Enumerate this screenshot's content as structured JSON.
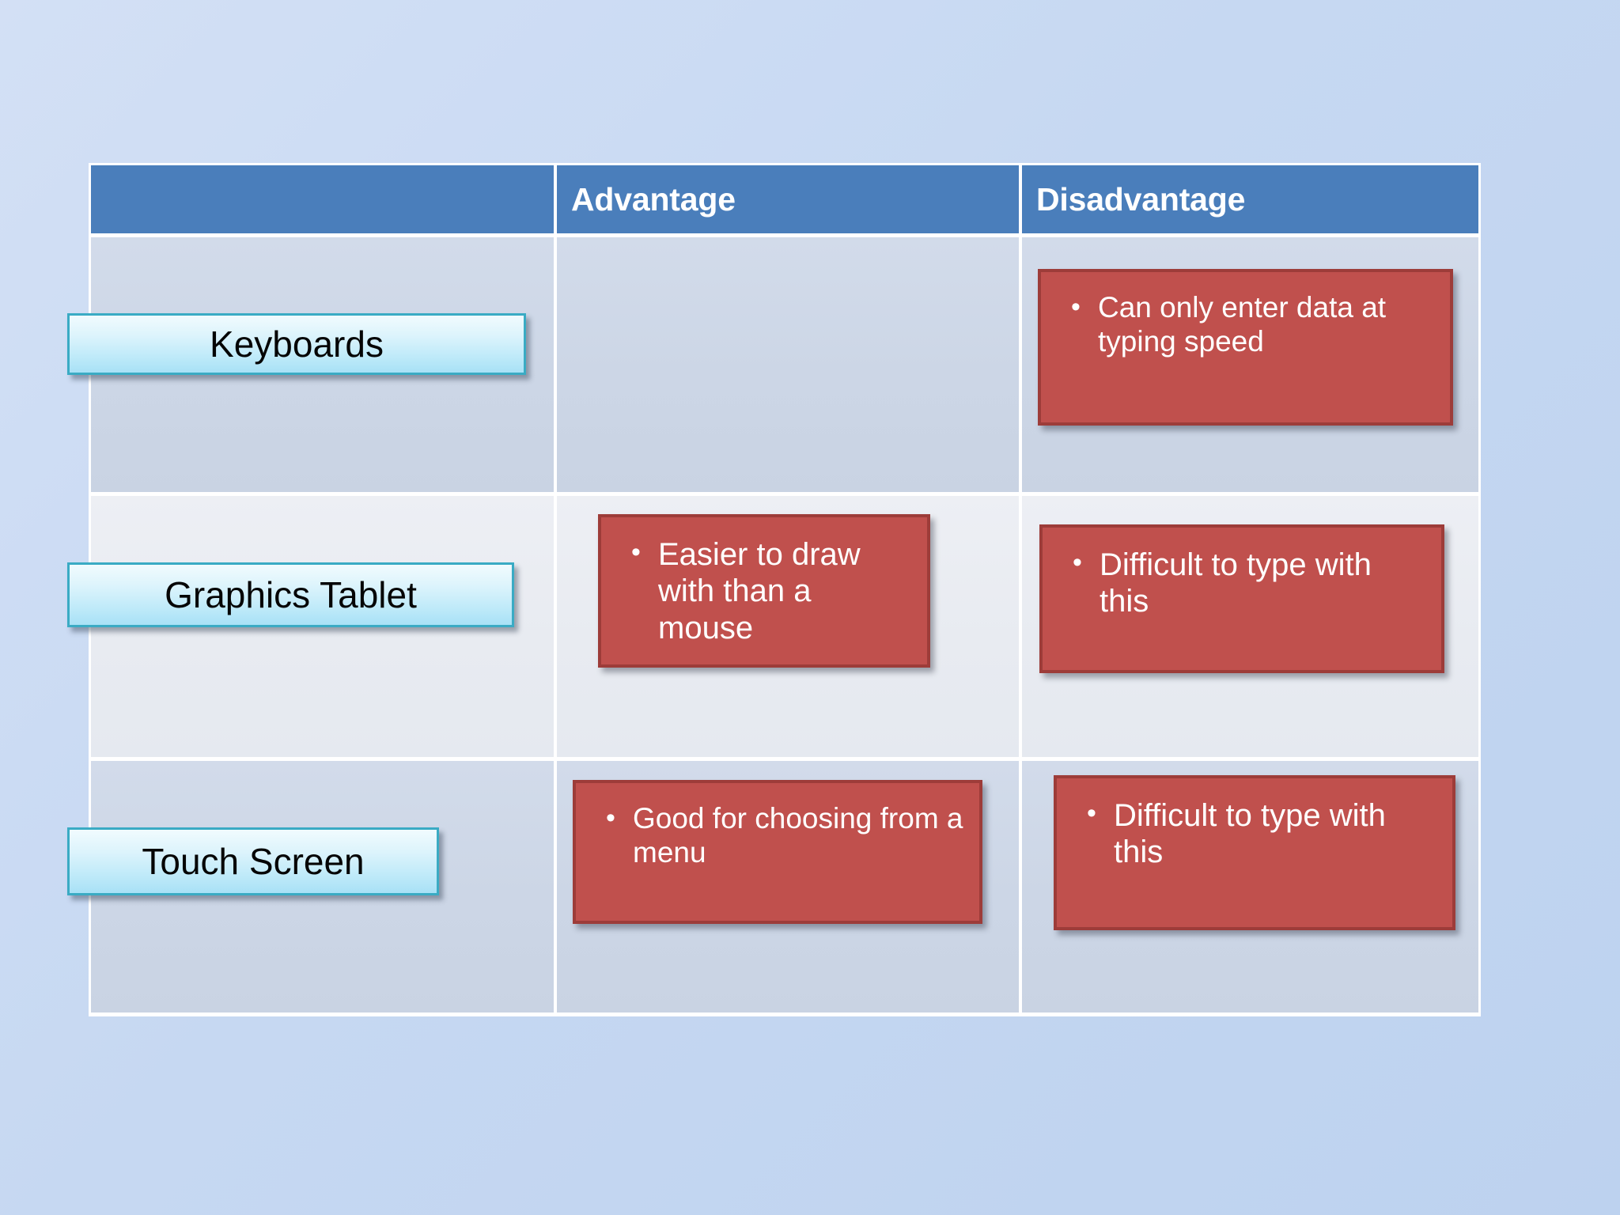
{
  "slide": {
    "background_color": "#c6d8f2",
    "accent_header_color": "#4a7ebb",
    "callout_red": "#c0504d",
    "callout_red_border": "#9d3c39",
    "device_cyan_border": "#3aabc4"
  },
  "table": {
    "headers": {
      "device_column": "",
      "advantage": "Advantage",
      "disadvantage": "Disadvantage"
    },
    "bullet_glyph": "•",
    "rows": [
      {
        "device": "Keyboards",
        "advantage": "",
        "disadvantage": "Can only enter data at typing speed"
      },
      {
        "device": "Graphics Tablet",
        "advantage": "Easier to draw with than a mouse",
        "disadvantage": "Difficult to type with this"
      },
      {
        "device": "Touch Screen",
        "advantage": "Good for choosing from a menu",
        "disadvantage": "Difficult to type with this"
      }
    ]
  }
}
